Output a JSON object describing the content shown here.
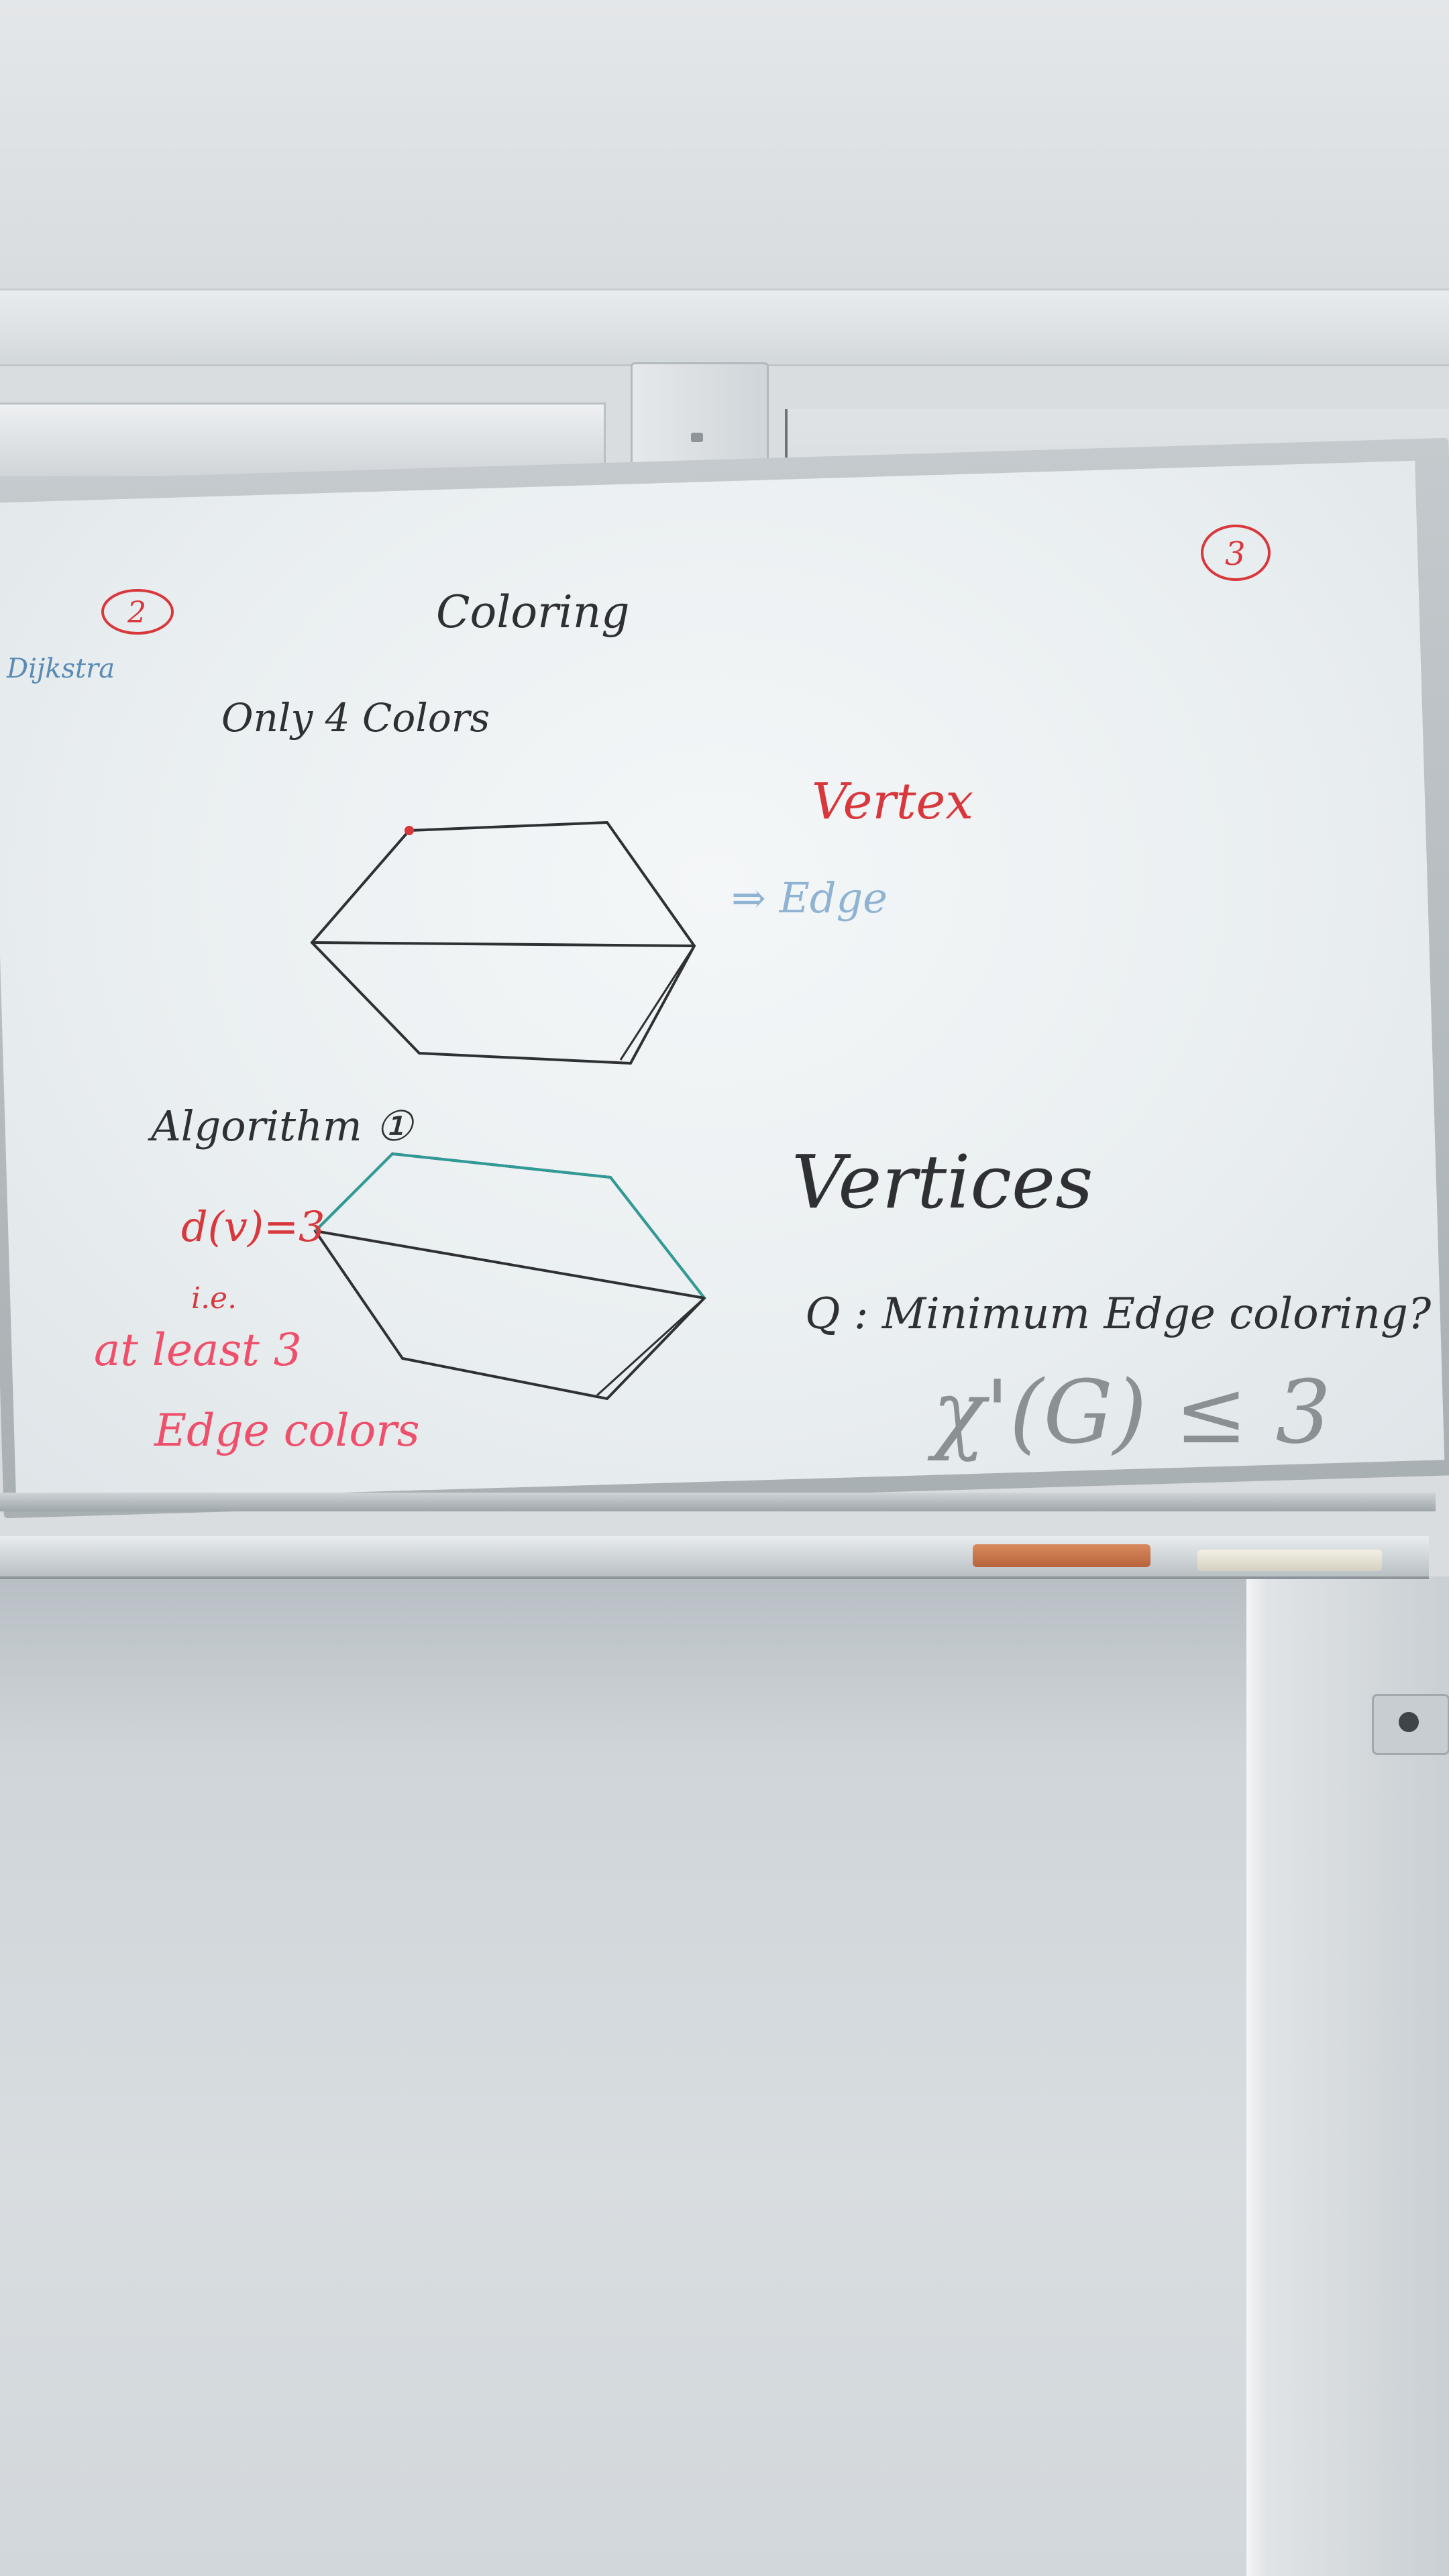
{
  "board": {
    "page_number_left": "2",
    "page_number_right": "3",
    "title": "Coloring",
    "side_note": "Dijkstra",
    "subtitle": "Only 4 Colors",
    "vertex_label": "Vertex",
    "arrow_edge": "⇒ Edge",
    "algorithm_label": "Algorithm ①",
    "degree_label": "d(v)=3",
    "ie_label": "i.e.",
    "at_least_label": "at least 3",
    "edge_colors_label": "Edge colors",
    "vertices_label": "Vertices",
    "question_label": "Q : Minimum Edge coloring?",
    "chromatic_label": "χ'(G) ≤ 3"
  },
  "colors": {
    "black_ink": "#2e3033",
    "red_ink": "#d8383c",
    "blue_ink": "#5a8bb5",
    "teal_ink": "#2f9b96",
    "faded_ink": "#8a9094"
  }
}
